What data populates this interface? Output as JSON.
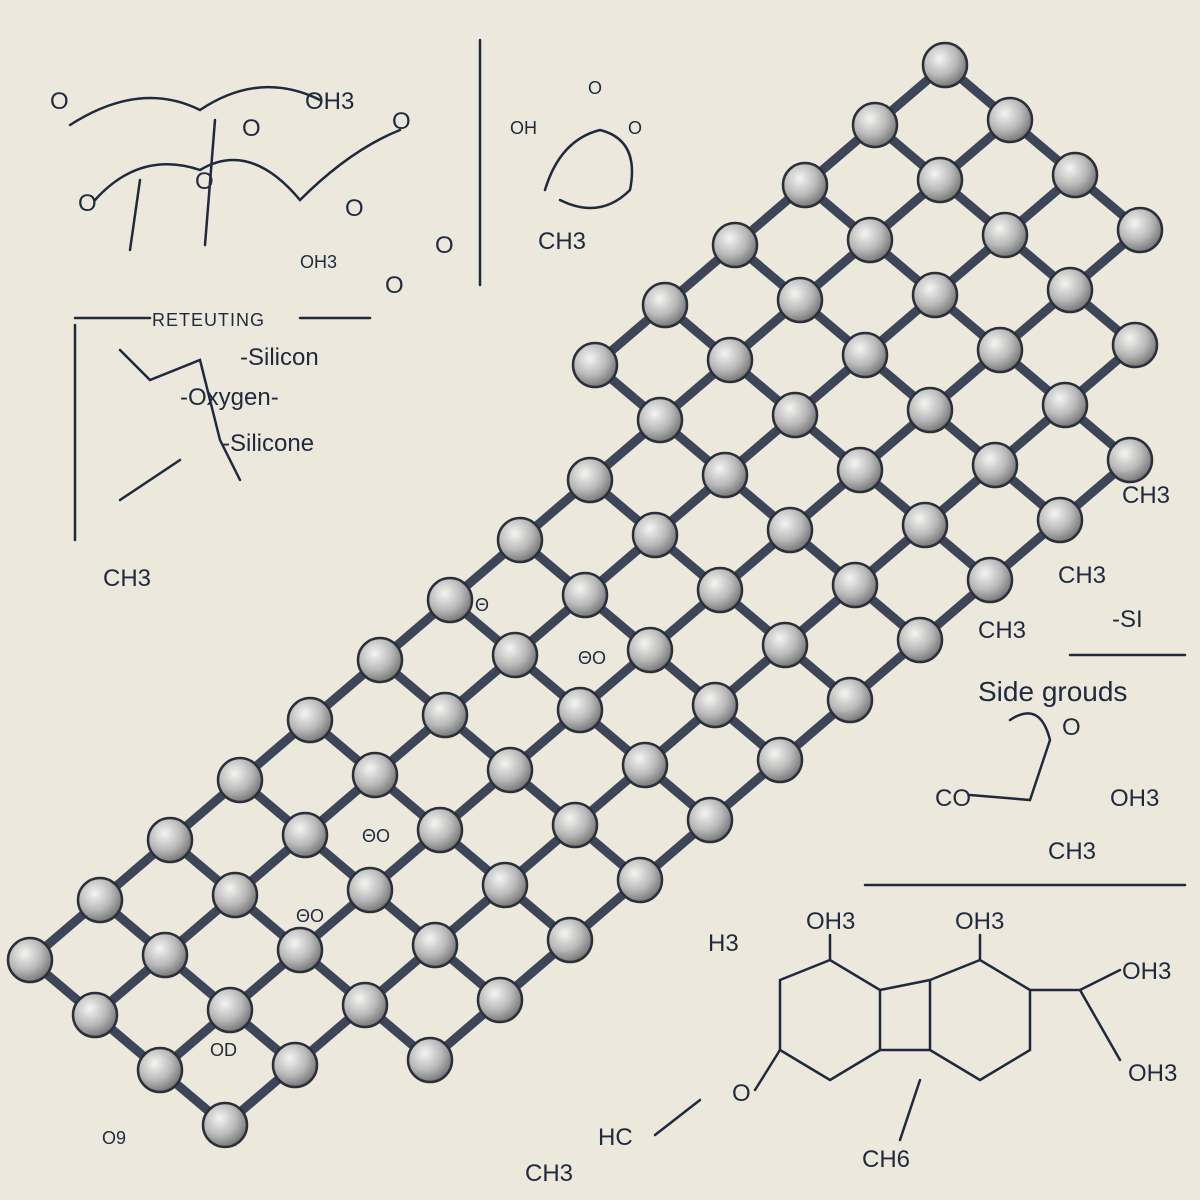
{
  "colors": {
    "background": "#ece8db",
    "ink": "#1f2a3e",
    "sphere": "#b9b9b9",
    "bond": "#3d4658"
  },
  "top_left_structure": {
    "labels": [
      "OH3",
      "O",
      "O",
      "O",
      "O",
      "O",
      "O",
      "OH3",
      "O",
      "O"
    ]
  },
  "top_center_structure": {
    "oh": "OH",
    "o_top": "O",
    "o_right": "O",
    "ch3": "CH3"
  },
  "legend": {
    "title": "RETEUTING",
    "items": [
      "-Silicon",
      "-Oxygen-",
      "-Silicone"
    ],
    "ch3": "CH3"
  },
  "right_labels": {
    "ch3_a": "CH3",
    "ch3_b": "CH3",
    "ch3_c": "CH3",
    "si": "-SI",
    "side_groups": "Side grouds",
    "o": "O",
    "co": "CO",
    "oh3": "OH3",
    "ch3_d": "CH3"
  },
  "bottom_structure": {
    "oh3_a": "OH3",
    "oh3_b": "OH3",
    "oh3_c": "OH3",
    "oh3_d": "OH3",
    "ch3_h": "H3",
    "o": "O",
    "hc": "HC",
    "ch6": "CH6"
  },
  "lattice_labels": [
    "O9",
    "CH3",
    "OD",
    "Θ",
    "ΘO",
    "ΘO",
    "ΘO"
  ]
}
